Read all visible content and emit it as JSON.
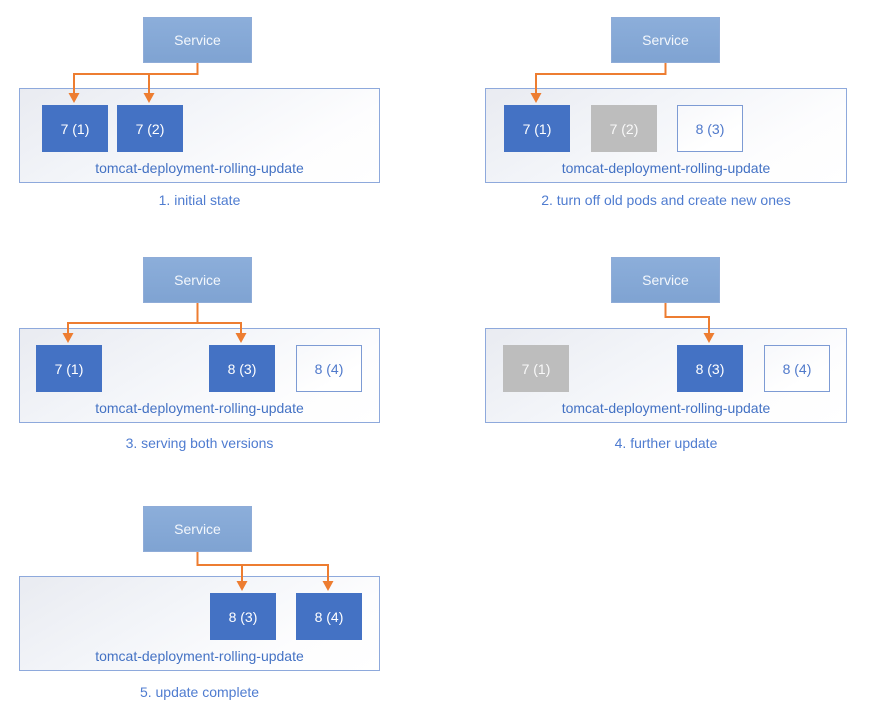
{
  "colors": {
    "service_fill": "#7FA3D2",
    "service_fill_top": "#8CAEDA",
    "service_border": "#8FACD8",
    "pod_active_fill": "#4472C4",
    "pod_stopped_fill": "#BDBDBD",
    "pod_pending_border": "#7D9BD4",
    "pod_pending_text": "#4F79CB",
    "connector_orange": "#ED7D31",
    "deployment_border": "#8EA9DC",
    "deployment_label_text": "#4472C4",
    "caption_text": "#4F7CD0"
  },
  "panels": [
    {
      "caption": "1. initial state",
      "service_label": "Service",
      "deployment_label": "tomcat-deployment-rolling-update",
      "pods": [
        {
          "label": "7 (1)",
          "state": "active"
        },
        {
          "label": "7 (2)",
          "state": "active"
        }
      ],
      "service_routes_to": [
        "7 (1)",
        "7 (2)"
      ]
    },
    {
      "caption": "2. turn off old pods and create new ones",
      "service_label": "Service",
      "deployment_label": "tomcat-deployment-rolling-update",
      "pods": [
        {
          "label": "7 (1)",
          "state": "active"
        },
        {
          "label": "7 (2)",
          "state": "stopped"
        },
        {
          "label": "8 (3)",
          "state": "pending"
        }
      ],
      "service_routes_to": [
        "7 (1)"
      ]
    },
    {
      "caption": "3. serving both versions",
      "service_label": "Service",
      "deployment_label": "tomcat-deployment-rolling-update",
      "pods": [
        {
          "label": "7 (1)",
          "state": "active"
        },
        {
          "label": "8 (3)",
          "state": "active"
        },
        {
          "label": "8 (4)",
          "state": "pending"
        }
      ],
      "service_routes_to": [
        "7 (1)",
        "8 (3)"
      ]
    },
    {
      "caption": "4. further update",
      "service_label": "Service",
      "deployment_label": "tomcat-deployment-rolling-update",
      "pods": [
        {
          "label": "7 (1)",
          "state": "stopped"
        },
        {
          "label": "8 (3)",
          "state": "active"
        },
        {
          "label": "8 (4)",
          "state": "pending"
        }
      ],
      "service_routes_to": [
        "8 (3)"
      ]
    },
    {
      "caption": "5. update complete",
      "service_label": "Service",
      "deployment_label": "tomcat-deployment-rolling-update",
      "pods": [
        {
          "label": "8 (3)",
          "state": "active"
        },
        {
          "label": "8 (4)",
          "state": "active"
        }
      ],
      "service_routes_to": [
        "8 (3)",
        "8 (4)"
      ]
    }
  ]
}
